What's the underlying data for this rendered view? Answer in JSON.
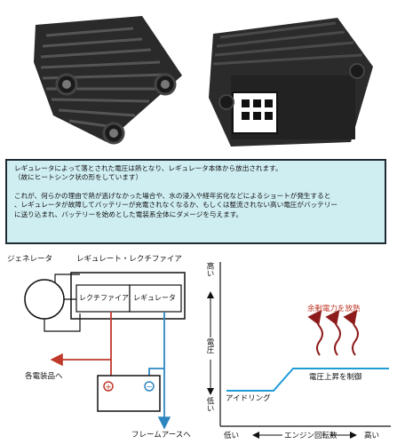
{
  "info": {
    "line1": "レギュレータによって落とされた電圧は熱となり、レギュレータ本体から放出されます。",
    "line2": "（故にヒートシンク状の形をしています）",
    "line3": "これが、何らかの理由で熱が逃げなかった場合や、水の浸入や経年劣化などによるショートが発生すると",
    "line4": "、レギュレータが故障してバッテリーが充電されなくなるか、もしくは整流されない高い電圧がバッテリー",
    "line5": "に送り込まれ、バッテリーを始めとした電装系全体にダメージを与えます。"
  },
  "circuit": {
    "generator_label": "ジェネレータ",
    "unit_label": "レギュレート・レクチファイア",
    "rectifier_label": "レクチファイア",
    "regulator_label": "レギュレータ",
    "accessories_label": "各電装品へ",
    "ground_label": "フレームアースへ",
    "plus_symbol": "+",
    "minus_symbol": "−"
  },
  "graph": {
    "y_axis_high": "高い",
    "y_axis_label": "電圧",
    "y_axis_low": "低い",
    "x_axis_low": "低い",
    "x_axis_label": "エンジン回転数",
    "x_axis_high": "高い",
    "idle_label": "アイドリング",
    "limit_label": "電圧上昇を制御",
    "excess_label": "余剰電力を放熱"
  },
  "colors": {
    "red_wire": "#c0392b",
    "blue_wire": "#2e86c1",
    "curve": "#1f9bd6",
    "heat": "#8e1b1b"
  }
}
